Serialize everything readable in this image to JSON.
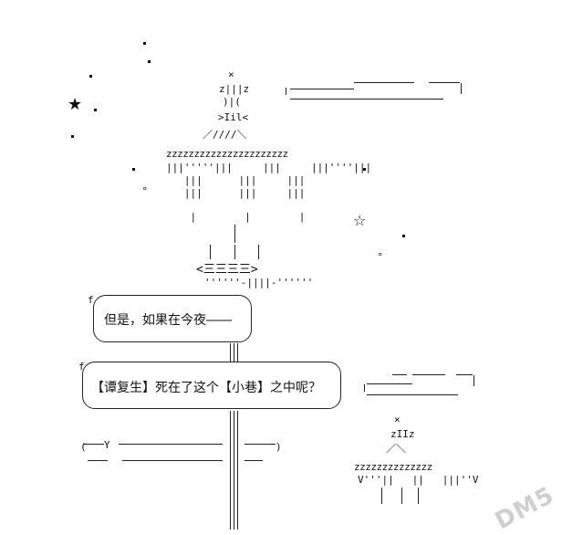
{
  "stars": {
    "filled": "★",
    "outline": "☆"
  },
  "figure_top": {
    "head": "×",
    "row1": "z|||z",
    "row2": ")|(",
    "row3": ">Iil<",
    "row4": "／////＼",
    "zrow": "zzzzzzzzzzzzzzzzzzzzzz",
    "legs1": "|||'''''|||     |||     |||''''|||",
    "legs2": "   |||      |||     |||",
    "legs3": "   |||      |||     |||",
    "legs4": "    |        |        |",
    "base_rail": "<三三三三>",
    "base_under": "''''''-||||-''''''"
  },
  "bubble1": {
    "text": "但是，如果在今夜――"
  },
  "bubble2": {
    "text": "【谭复生】死在了这个【小巷】之中呢？"
  },
  "figure_small": {
    "head": "×",
    "row1": "zIIz",
    "row2": "／＼",
    "zrow": "zzzzzzzzzzzzzz",
    "legs": "V'''||   ||   |||''V"
  },
  "watermark": "DM5"
}
